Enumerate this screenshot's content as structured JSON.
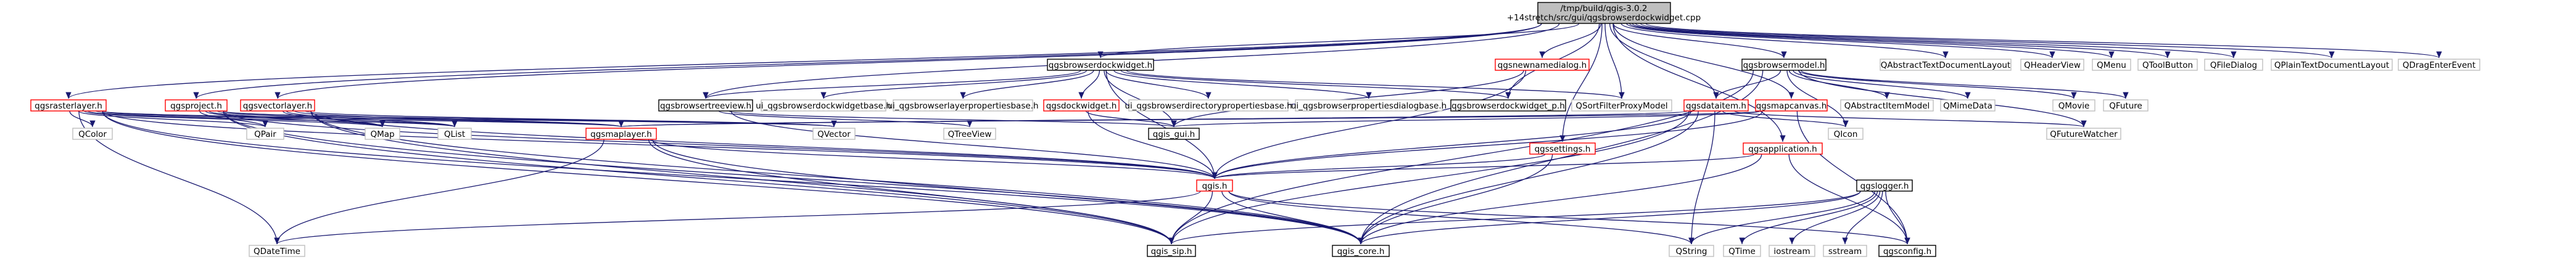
{
  "colors": {
    "root_fill": "#bfbfbf",
    "node_fill": "#ffffff",
    "node_border_internal": "#000000",
    "node_border_documented": "#ff0000",
    "node_border_external": "#bfbfbf",
    "edge": "#191970"
  },
  "root": {
    "line1": "/tmp/build/qgis-3.0.2",
    "line2": "+14stretch/src/gui/qgsbrowserdockwidget.cpp"
  },
  "nodes": {
    "qgsrasterlayer": "qgsrasterlayer.h",
    "qgsproject": "qgsproject.h",
    "qgsvectorlayer": "qgsvectorlayer.h",
    "qgsbrowserdockwidget_h": "qgsbrowserdockwidget.h",
    "qgsnewnamedialog": "qgsnewnamedialog.h",
    "qgsbrowsermodel": "qgsbrowsermodel.h",
    "qabstracttextdocumentlayout": "QAbstractTextDocumentLayout",
    "qheaderview": "QHeaderView",
    "qmenu": "QMenu",
    "qtoolbutton": "QToolButton",
    "qfiledialog": "QFileDialog",
    "qplaintextdocumentlayout": "QPlainTextDocumentLayout",
    "qdragenterevent": "QDragEnterEvent",
    "qgsbrowsertreeview": "qgsbrowsertreeview.h",
    "ui_dockwidgetbase": "ui_qgsbrowserdockwidgetbase.h",
    "ui_layerpropertiesbase": "ui_qgsbrowserlayerpropertiesbase.h",
    "qgsdockwidget": "qgsdockwidget.h",
    "ui_dirpropertiesbase": "ui_qgsbrowserdirectorypropertiesbase.h",
    "ui_propertiesdialogbase": "ui_qgsbrowserpropertiesdialogbase.h",
    "qgsbrowserdockwidget_p": "qgsbrowserdockwidget_p.h",
    "qsortfilterproxymodel": "QSortFilterProxyModel",
    "qgsdataitem": "qgsdataitem.h",
    "qgsmapcanvas": "qgsmapcanvas.h",
    "qabstractitemmodel": "QAbstractItemModel",
    "qmimedata": "QMimeData",
    "qmovie": "QMovie",
    "qfuture": "QFuture",
    "qcolor": "QColor",
    "qpair": "QPair",
    "qmap": "QMap",
    "qlist": "QList",
    "qvector": "QVector",
    "qtreeview": "QTreeView",
    "qgsmaplayer": "qgsmaplayer.h",
    "qgs_gui": "qgis_gui.h",
    "qgssettings": "qgssettings.h",
    "qgsapplication": "qgsapplication.h",
    "qicon": "QIcon",
    "qfuturewatcher": "QFutureWatcher",
    "qgis_h": "qgis.h",
    "qgslogger": "qgslogger.h",
    "qdatetime": "QDateTime",
    "qgis_sip": "qgis_sip.h",
    "qgis_core": "qgis_core.h",
    "qstring": "QString",
    "qtime": "QTime",
    "iostream": "iostream",
    "sstream": "sstream",
    "qgsconfig": "qgsconfig.h"
  },
  "edges": [
    [
      "root",
      "qgsrasterlayer"
    ],
    [
      "root",
      "qgsproject"
    ],
    [
      "root",
      "qgsvectorlayer"
    ],
    [
      "root",
      "qgsbrowserdockwidget_h"
    ],
    [
      "root",
      "qgsnewnamedialog"
    ],
    [
      "root",
      "qgsbrowsermodel"
    ],
    [
      "root",
      "qabstracttextdocumentlayout"
    ],
    [
      "root",
      "qheaderview"
    ],
    [
      "root",
      "qmenu"
    ],
    [
      "root",
      "qtoolbutton"
    ],
    [
      "root",
      "qfiledialog"
    ],
    [
      "root",
      "qplaintextdocumentlayout"
    ],
    [
      "root",
      "qdragenterevent"
    ],
    [
      "root",
      "qgsbrowserdockwidget_p"
    ],
    [
      "root",
      "qsortfilterproxymodel"
    ],
    [
      "root",
      "qgsmapcanvas"
    ],
    [
      "root",
      "qgssettings"
    ],
    [
      "root",
      "qgsapplication"
    ],
    [
      "root",
      "qgsdataitem"
    ],
    [
      "root",
      "qgsbrowsertreeview"
    ],
    [
      "root",
      "qgis_gui"
    ],
    [
      "qgsbrowserdockwidget_h",
      "qgsbrowsertreeview"
    ],
    [
      "qgsbrowserdockwidget_h",
      "ui_dockwidgetbase"
    ],
    [
      "qgsbrowserdockwidget_h",
      "ui_layerpropertiesbase"
    ],
    [
      "qgsbrowserdockwidget_h",
      "qgsdockwidget"
    ],
    [
      "qgsbrowserdockwidget_h",
      "ui_dirpropertiesbase"
    ],
    [
      "qgsbrowserdockwidget_h",
      "ui_propertiesdialogbase"
    ],
    [
      "qgsbrowserdockwidget_h",
      "qgsbrowserdockwidget_p"
    ],
    [
      "qgsbrowserdockwidget_h",
      "qsortfilterproxymodel"
    ],
    [
      "qgsbrowserdockwidget_h",
      "qgs_gui"
    ],
    [
      "qgsbrowserdockwidget_h",
      "qgis_h"
    ],
    [
      "qgsnewnamedialog",
      "qgs_gui"
    ],
    [
      "qgsnewnamedialog",
      "qgis_h"
    ],
    [
      "qgsbrowsermodel",
      "qabstractitemmodel"
    ],
    [
      "qgsbrowsermodel",
      "qmimedata"
    ],
    [
      "qgsbrowsermodel",
      "qmovie"
    ],
    [
      "qgsbrowsermodel",
      "qfuture"
    ],
    [
      "qgsbrowsermodel",
      "qgsdataitem"
    ],
    [
      "qgsbrowsermodel",
      "qicon"
    ],
    [
      "qgsbrowsermodel",
      "qfuturewatcher"
    ],
    [
      "qgsbrowsermodel",
      "qgis_core"
    ],
    [
      "qgsbrowsermodel",
      "qgis_sip"
    ],
    [
      "qgsrasterlayer",
      "qcolor"
    ],
    [
      "qgsrasterlayer",
      "qpair"
    ],
    [
      "qgsrasterlayer",
      "qvector"
    ],
    [
      "qgsrasterlayer",
      "qgsmaplayer"
    ],
    [
      "qgsrasterlayer",
      "qgis_h"
    ],
    [
      "qgsrasterlayer",
      "qgis_core"
    ],
    [
      "qgsrasterlayer",
      "qgis_sip"
    ],
    [
      "qgsrasterlayer",
      "qdatetime"
    ],
    [
      "qgsrasterlayer",
      "qmap"
    ],
    [
      "qgsrasterlayer",
      "qlist"
    ],
    [
      "qgsproject",
      "qpair"
    ],
    [
      "qgsproject",
      "qmap"
    ],
    [
      "qgsproject",
      "qlist"
    ],
    [
      "qgsproject",
      "qgsmaplayer"
    ],
    [
      "qgsproject",
      "qgis_h"
    ],
    [
      "qgsproject",
      "qgis_core"
    ],
    [
      "qgsproject",
      "qgis_sip"
    ],
    [
      "qgsproject",
      "qvector"
    ],
    [
      "qgsvectorlayer",
      "qmap"
    ],
    [
      "qgsvectorlayer",
      "qlist"
    ],
    [
      "qgsvectorlayer",
      "qvector"
    ],
    [
      "qgsvectorlayer",
      "qgsmaplayer"
    ],
    [
      "qgsvectorlayer",
      "qgis_h"
    ],
    [
      "qgsvectorlayer",
      "qgis_core"
    ],
    [
      "qgsvectorlayer",
      "qgis_sip"
    ],
    [
      "qgsbrowsertreeview",
      "qtreeview"
    ],
    [
      "qgsbrowsertreeview",
      "qgs_gui"
    ],
    [
      "qgsbrowsertreeview",
      "qgis_h"
    ],
    [
      "qgsdockwidget",
      "qgs_gui"
    ],
    [
      "qgsdockwidget",
      "qgis_h"
    ],
    [
      "qgsdataitem",
      "qgis_h"
    ],
    [
      "qgsdataitem",
      "qgis_core"
    ],
    [
      "qgsdataitem",
      "qgis_sip"
    ],
    [
      "qgsdataitem",
      "qicon"
    ],
    [
      "qgsdataitem",
      "qstring"
    ],
    [
      "qgsdataitem",
      "qgsmaplayer"
    ],
    [
      "qgsdataitem",
      "qfuturewatcher"
    ],
    [
      "qgsmapcanvas",
      "qgis_h"
    ],
    [
      "qgsmapcanvas",
      "qgs_gui"
    ],
    [
      "qgsmapcanvas",
      "qgsconfig"
    ],
    [
      "qgsmapcanvas",
      "qgsmaplayer"
    ],
    [
      "qgsmaplayer",
      "qgis_h"
    ],
    [
      "qgsmaplayer",
      "qgis_core"
    ],
    [
      "qgsmaplayer",
      "qgis_sip"
    ],
    [
      "qgsmaplayer",
      "qdatetime"
    ],
    [
      "qgssettings",
      "qgis_core"
    ],
    [
      "qgssettings",
      "qgis_h"
    ],
    [
      "qgsapplication",
      "qgis_core"
    ],
    [
      "qgsapplication",
      "qgis_h"
    ],
    [
      "qgsapplication",
      "qgsconfig"
    ],
    [
      "qgis_h",
      "qgis_core"
    ],
    [
      "qgis_h",
      "qgis_sip"
    ],
    [
      "qgis_h",
      "qgsconfig"
    ],
    [
      "qgis_h",
      "qstring"
    ],
    [
      "qgis_h",
      "qdatetime"
    ],
    [
      "qgslogger",
      "qstring"
    ],
    [
      "qgslogger",
      "qtime"
    ],
    [
      "qgslogger",
      "iostream"
    ],
    [
      "qgslogger",
      "sstream"
    ],
    [
      "qgslogger",
      "qgsconfig"
    ],
    [
      "qgslogger",
      "qgis_core"
    ],
    [
      "qgslogger",
      "qgis_sip"
    ]
  ]
}
